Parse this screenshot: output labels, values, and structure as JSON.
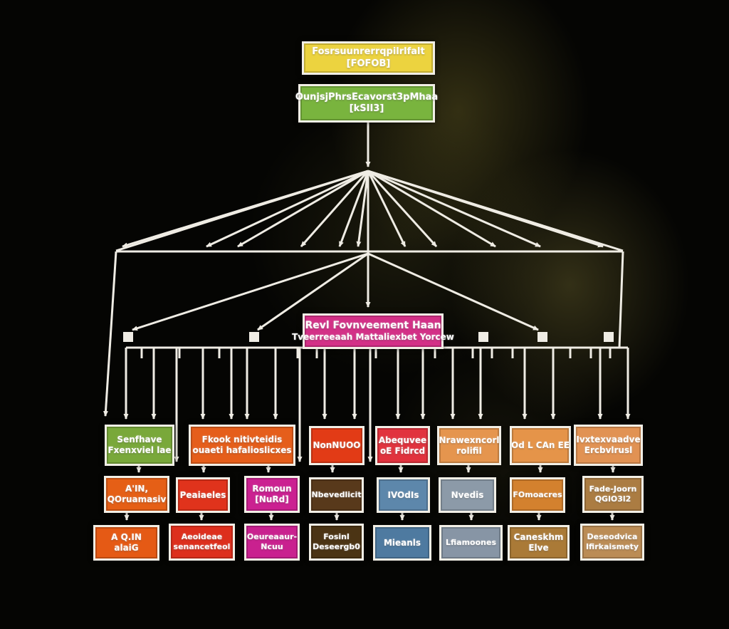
{
  "line_color": "#efece4",
  "title_chain": {
    "root": {
      "line1": "Fosrsuunrerrqpilrlfalt",
      "line2": "[FOFOB]",
      "color": "#ecd33f"
    },
    "sub": {
      "line1": "OunjsjPhrsEcavorst3pMhaa",
      "line2": "[kSII3]",
      "color": "#79b43e"
    },
    "plan": {
      "line1": "Revl Fovnveement Haan",
      "line2": "Tveerreeaah Mattaliexbet Yorcew",
      "color": "#d33087"
    }
  },
  "row1": [
    {
      "line1": "Senfhave",
      "line2": "Fxenxviel lae",
      "color": "#79a83a"
    },
    {
      "line1": "Fkook nitivteidis",
      "line2": "ouaeti hafalioslicxes",
      "color": "#e55e1b"
    },
    {
      "line1": "NonNUOO",
      "line2": "",
      "color": "#e23b16"
    },
    {
      "line1": "Abequvee",
      "line2": "oE Fidrcd",
      "color": "#e1333e"
    },
    {
      "line1": "Nrawexncorl",
      "line2": "rolifil",
      "color": "#e5954e"
    },
    {
      "line1": "Od L CAn EE",
      "line2": "",
      "color": "#e59449"
    },
    {
      "line1": "Ivxtexvaadve",
      "line2": "Ercbvlrusl",
      "color": "#e19253"
    }
  ],
  "row2": [
    {
      "line1": "A'IN,",
      "line2": "QOruamasiv",
      "color": "#e55f16"
    },
    {
      "line1": "Peaiaeles",
      "line2": "",
      "color": "#e0331c"
    },
    {
      "line1": "Romoun",
      "line2": "[NuRd]",
      "color": "#cb2191"
    },
    {
      "line1": "Nbevedlicit",
      "line2": "",
      "color": "#58391b"
    },
    {
      "line1": "IVOdIs",
      "line2": "",
      "color": "#5d87ab"
    },
    {
      "line1": "Nvedis",
      "line2": "",
      "color": "#8c9aa8"
    },
    {
      "line1": "FOmoacres",
      "line2": "",
      "color": "#d3812e"
    },
    {
      "line1": "Fade-Joorn",
      "line2": "QGlO3l2",
      "color": "#ab7c42"
    }
  ],
  "row3": [
    {
      "line1": "A Q.IN",
      "line2": "alaiG",
      "color": "#e55a15"
    },
    {
      "line1": "Aeoideae",
      "line2": "senancetfeol",
      "color": "#dd2f1d"
    },
    {
      "line1": "Oeureaaur-",
      "line2": "Ncuu",
      "color": "#c9218f"
    },
    {
      "line1": "Fosinl",
      "line2": "Deseergb0",
      "color": "#4b3414"
    },
    {
      "line1": "Mieanls",
      "line2": "",
      "color": "#4e7aa0"
    },
    {
      "line1": "Lfiamoones",
      "line2": "",
      "color": "#8795a5"
    },
    {
      "line1": "Caneskhm",
      "line2": "Elve",
      "color": "#aa7a37"
    },
    {
      "line1": "Deseodvica",
      "line2": "Ifirkaismety",
      "color": "#bb8c55"
    }
  ]
}
